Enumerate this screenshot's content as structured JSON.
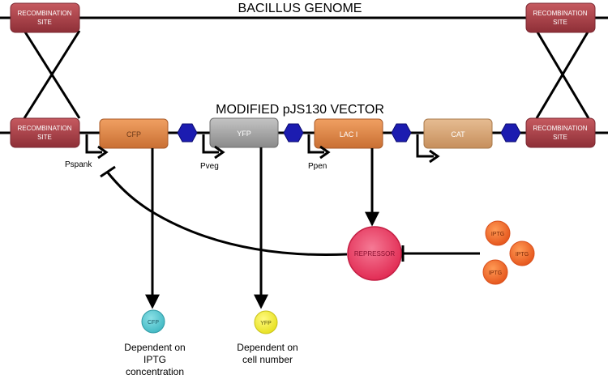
{
  "titles": {
    "genome": "BACILLUS GENOME",
    "vector": "MODIFIED pJS130 VECTOR"
  },
  "recombination": {
    "label_line1": "RECOMBINATION",
    "label_line2": "SITE"
  },
  "genes": {
    "cfp": "CFP",
    "yfp": "YFP",
    "laci": "LAC I",
    "cat": "CAT"
  },
  "promoters": {
    "pspank": "Pspank",
    "pveg": "Pveg",
    "ppen": "Ppen"
  },
  "repressor": "REPRESSOR",
  "iptg": [
    "IPTG",
    "IPTG",
    "IPTG"
  ],
  "outputs": {
    "cfp": {
      "label": "CFP",
      "caption": [
        "Dependent on",
        "IPTG",
        "concentration"
      ]
    },
    "yfp": {
      "label": "YFP",
      "caption": [
        "Dependent on",
        "cell number"
      ]
    }
  },
  "colors": {
    "recombination": "#b5474e",
    "cfp": "#e08a4a",
    "yfp": "#a8a8a8",
    "laci": "#e08a4a",
    "cat": "#d9a87a",
    "terminator": "#1a1aa8",
    "repressor": "#ee3d66",
    "iptg": "#f26a2a",
    "cfp_out": "#55c8d2",
    "yfp_out": "#f2ee3a"
  }
}
